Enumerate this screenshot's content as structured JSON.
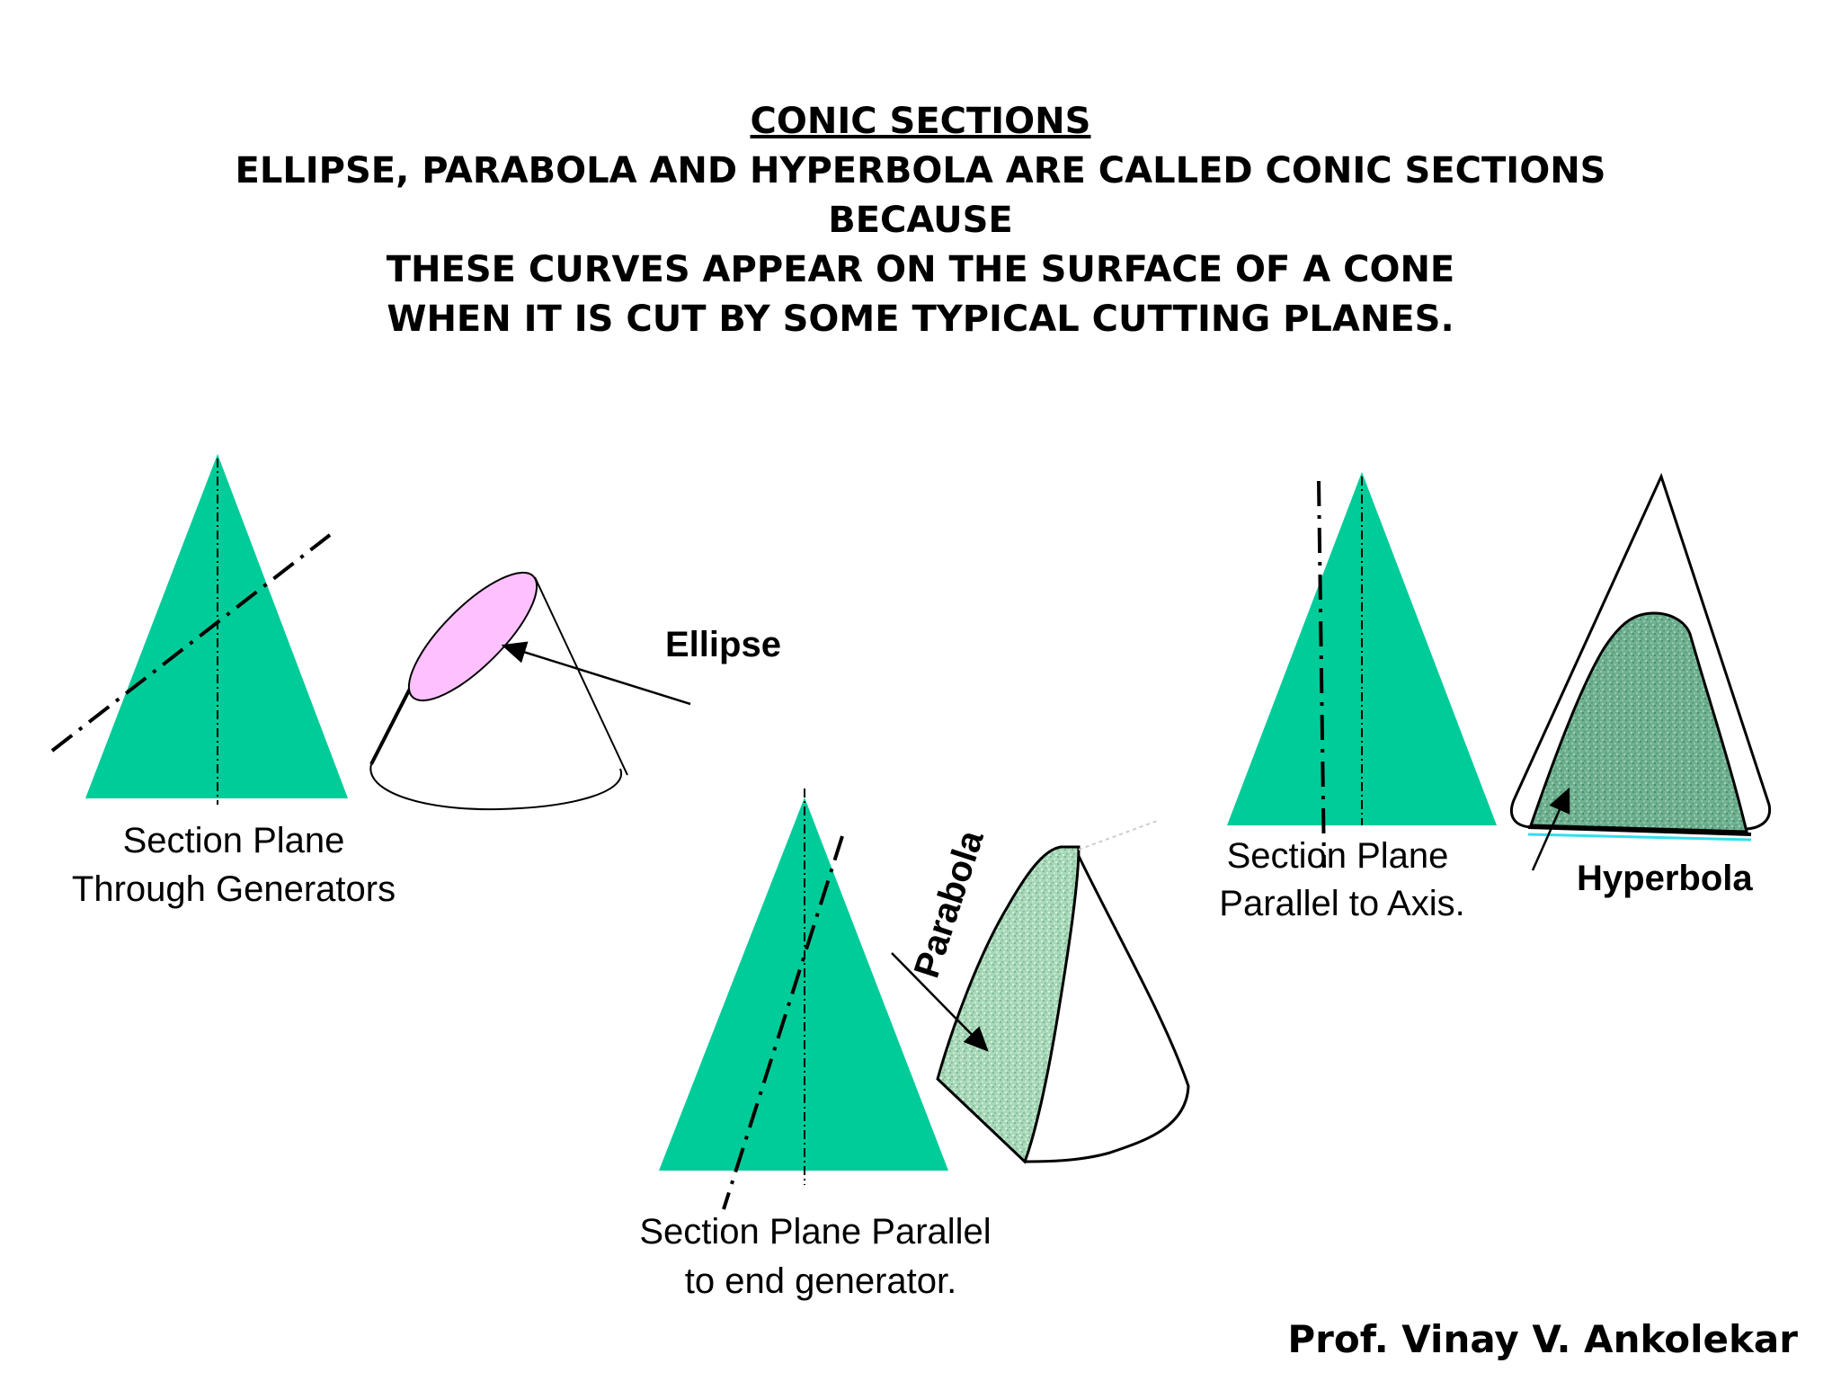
{
  "header": {
    "title": "CONIC SECTIONS",
    "line1": "ELLIPSE, PARABOLA AND HYPERBOLA ARE CALLED CONIC SECTIONS",
    "line2": "BECAUSE",
    "line3": "THESE CURVES APPEAR ON THE SURFACE OF A CONE",
    "line4": "WHEN IT IS CUT BY SOME TYPICAL CUTTING PLANES."
  },
  "ellipse_panel": {
    "caption_line1": "Section Plane",
    "caption_line2": "Through Generators",
    "curve_label": "Ellipse"
  },
  "parabola_panel": {
    "caption_line1": "Section Plane Parallel",
    "caption_line2": "to end generator.",
    "curve_label": "Parabola"
  },
  "hyperbola_panel": {
    "caption_line1": "Section Plane",
    "caption_line2": "Parallel to Axis.",
    "curve_label": "Hyperbola"
  },
  "credit": "Prof. Vinay V. Ankolekar",
  "colors": {
    "cone_fill": "#00cc99",
    "ellipse_fill": "#ffc0ff",
    "section_fill": "#99ccaa",
    "hyperbola_fill": "#66aa88",
    "base_highlight": "#33ddee"
  }
}
